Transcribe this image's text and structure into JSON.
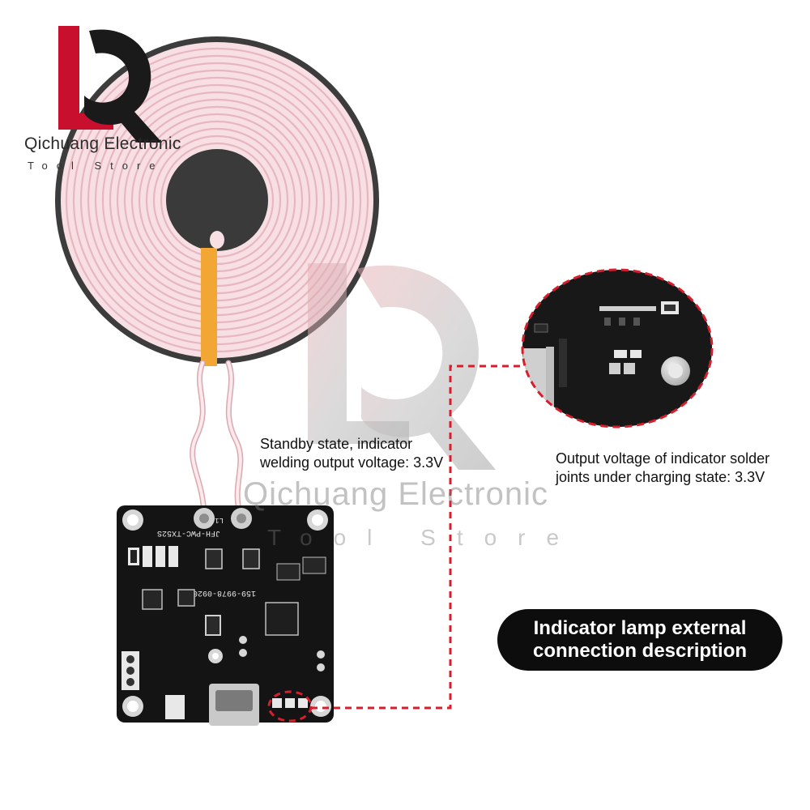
{
  "brand": {
    "name": "Qichuang Electronic",
    "subtitle": "Tool Store",
    "logo_icon": "lq-logo-icon",
    "logo_colors": [
      "#c8102e",
      "#1a1a1a"
    ]
  },
  "watermark": {
    "name": "Qichuang Electronic",
    "subtitle": "Tool Store"
  },
  "annotations": {
    "standby": "Standby state, indicator welding output voltage: 3.3V",
    "charging": "Output voltage of indicator solder joints under charging state: 3.3V"
  },
  "title_badge": {
    "line1": "Indicator lamp external",
    "line2": "connection description"
  },
  "pcb_labels": {
    "model": "JFH-PWC-TX52S",
    "phone": "159-9978-0920",
    "coil_pad": "L1"
  },
  "colors": {
    "coil_wire": "#f2c9cf",
    "pcb": "#141414",
    "callout": "#d81e2c",
    "copper_tab": "#f2a735"
  }
}
